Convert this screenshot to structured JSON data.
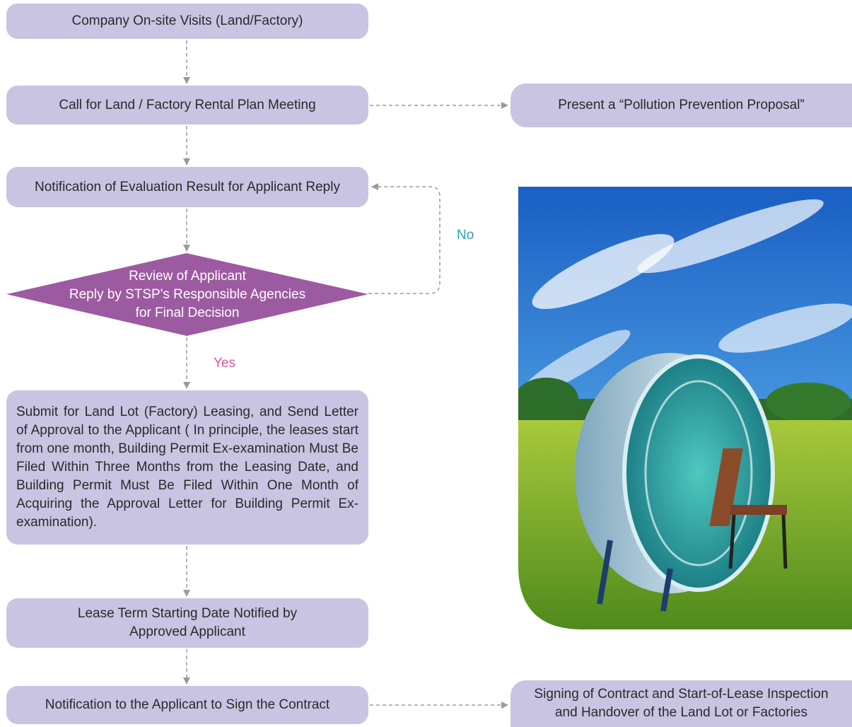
{
  "flow": {
    "step1": "Company On-site Visits (Land/Factory)",
    "step2": "Call for Land / Factory Rental Plan Meeting",
    "step3": "Notification of Evaluation Result for Applicant Reply",
    "decision": [
      "Review of Applicant",
      "Reply by STSP's Responsible Agencies",
      "for Final Decision"
    ],
    "no_label": "No",
    "yes_label": "Yes",
    "step5": "Submit for Land Lot (Factory) Leasing, and Send Letter of Approval to the Applicant ( In principle, the leases start from one month, Building Permit Ex-examination Must Be Filed Within Three Months from the Leasing Date, and Building Permit Must Be Filed Within One Month of Acquiring the Approval Letter for Building Permit Ex-examination).",
    "step6": [
      "Lease Term Starting Date Notified by",
      "Approved Applicant"
    ],
    "step7": "Notification to the Applicant to Sign the Contract",
    "side1": "Present a “Pollution Prevention Proposal”",
    "side2": [
      "Signing of Contract and Start-of-Lease Inspection",
      "and Handover of the Land Lot or Factories"
    ]
  },
  "colors": {
    "box_fill": "#c9c4e2",
    "diamond_fill": "#9c5ba0",
    "connector": "#9a9a9a",
    "no_label": "#2aa0b3",
    "yes_label": "#d9579a"
  }
}
